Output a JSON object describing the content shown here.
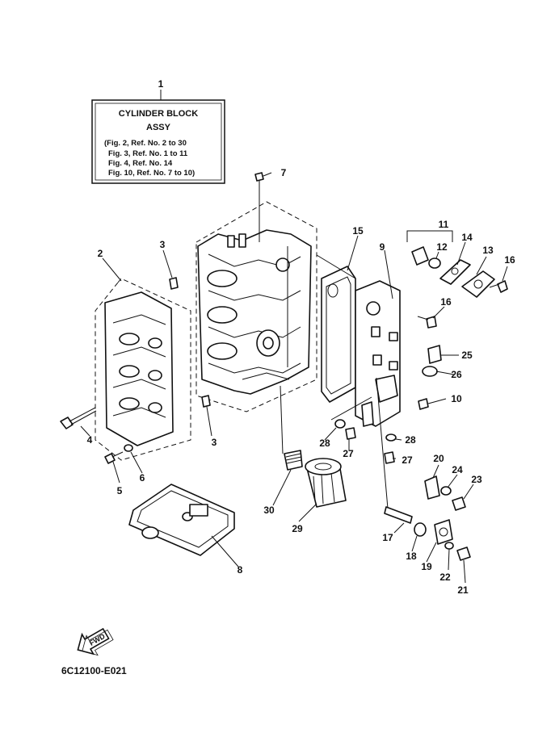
{
  "title_box": {
    "line1": "CYLINDER BLOCK",
    "line2": "ASSY",
    "ref1": "(Fig. 2, Ref. No. 2 to 30",
    "ref2": "Fig. 3, Ref. No. 1 to 11",
    "ref3": "Fig. 4, Ref. No. 14",
    "ref4": "Fig. 10, Ref. No. 7 to 10)"
  },
  "fwd_label": "FWD",
  "diagram_code": "6C12100-E021",
  "callouts": {
    "c1": "1",
    "c2": "2",
    "c3a": "3",
    "c3b": "3",
    "c4": "4",
    "c5": "5",
    "c6": "6",
    "c7": "7",
    "c8": "8",
    "c9": "9",
    "c10": "10",
    "c11": "11",
    "c12": "12",
    "c13": "13",
    "c14": "14",
    "c15": "15",
    "c16a": "16",
    "c16b": "16",
    "c17": "17",
    "c18": "18",
    "c19": "19",
    "c20": "20",
    "c21": "21",
    "c22": "22",
    "c23": "23",
    "c24": "24",
    "c25": "25",
    "c26": "26",
    "c27a": "27",
    "c27b": "27",
    "c28a": "28",
    "c28b": "28",
    "c29": "29",
    "c30": "30"
  }
}
